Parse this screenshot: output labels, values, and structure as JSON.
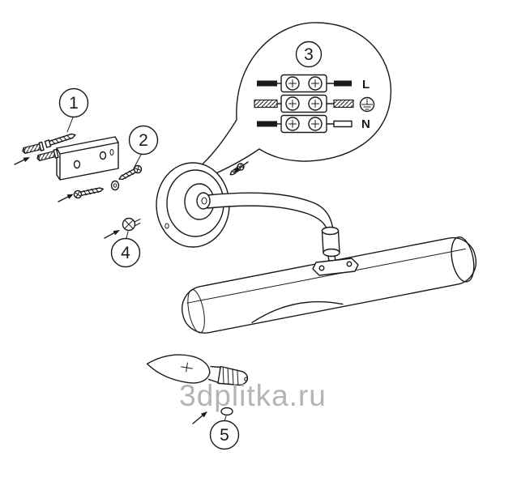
{
  "diagram": {
    "callouts": {
      "c1": "1",
      "c2": "2",
      "c3": "3",
      "c4": "4",
      "c5": "5"
    },
    "wiring": {
      "line_label": "L",
      "neutral_label": "N",
      "earth_icon": "earth-ground-icon"
    },
    "watermark": {
      "text": "3dplitka.ru",
      "color": "#a8a8a8"
    },
    "colors": {
      "line": "#1a1a1a",
      "background": "#ffffff"
    }
  }
}
